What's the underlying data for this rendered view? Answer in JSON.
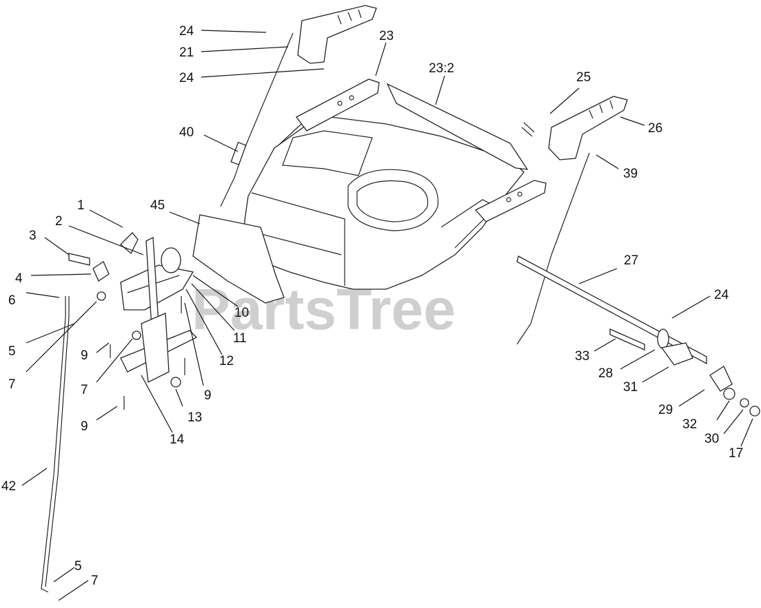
{
  "watermark": "PartsTree",
  "callouts": [
    {
      "id": "c24a",
      "text": "24"
    },
    {
      "id": "c21",
      "text": "21"
    },
    {
      "id": "c24b",
      "text": "24"
    },
    {
      "id": "c23",
      "text": "23"
    },
    {
      "id": "c232",
      "text": "23:2"
    },
    {
      "id": "c25",
      "text": "25"
    },
    {
      "id": "c26",
      "text": "26"
    },
    {
      "id": "c39",
      "text": "39"
    },
    {
      "id": "c40",
      "text": "40"
    },
    {
      "id": "c45",
      "text": "45"
    },
    {
      "id": "c1",
      "text": "1"
    },
    {
      "id": "c2",
      "text": "2"
    },
    {
      "id": "c3",
      "text": "3"
    },
    {
      "id": "c4",
      "text": "4"
    },
    {
      "id": "c6",
      "text": "6"
    },
    {
      "id": "c5a",
      "text": "5"
    },
    {
      "id": "c7a",
      "text": "7"
    },
    {
      "id": "c9a",
      "text": "9"
    },
    {
      "id": "c7b",
      "text": "7"
    },
    {
      "id": "c9b",
      "text": "9"
    },
    {
      "id": "c10",
      "text": "10"
    },
    {
      "id": "c11",
      "text": "11"
    },
    {
      "id": "c12",
      "text": "12"
    },
    {
      "id": "c9c",
      "text": "9"
    },
    {
      "id": "c13",
      "text": "13"
    },
    {
      "id": "c14",
      "text": "14"
    },
    {
      "id": "c27",
      "text": "27"
    },
    {
      "id": "c24c",
      "text": "24"
    },
    {
      "id": "c33",
      "text": "33"
    },
    {
      "id": "c28",
      "text": "28"
    },
    {
      "id": "c31",
      "text": "31"
    },
    {
      "id": "c29",
      "text": "29"
    },
    {
      "id": "c32",
      "text": "32"
    },
    {
      "id": "c30",
      "text": "30"
    },
    {
      "id": "c17",
      "text": "17"
    },
    {
      "id": "c42",
      "text": "42"
    },
    {
      "id": "c5b",
      "text": "5"
    },
    {
      "id": "c7c",
      "text": "7"
    }
  ]
}
